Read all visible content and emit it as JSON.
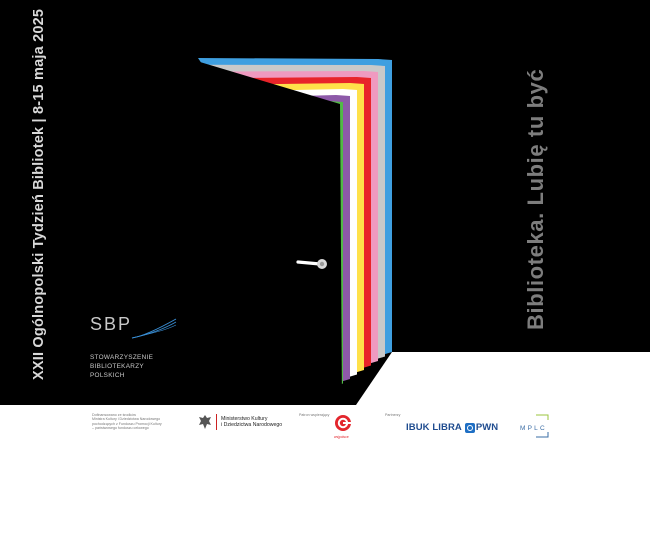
{
  "poster": {
    "event_title": "XXII Ogólnopolski Tydzień Bibliotek | 8-15 maja 2025",
    "slogan": "Biblioteka. Lubię tu być",
    "page_colors": [
      "#3f9fe0",
      "#c9c9c9",
      "#ef9ac0",
      "#e8242a",
      "#ffe14a",
      "#ffffff",
      "#8d59a8",
      "#52b946"
    ],
    "door_handle_icon": "door-handle-icon"
  },
  "sbp_logo": {
    "abbr": "SBP",
    "lines": [
      "STOWARZYSZENIE",
      "BIBLIOTEKARZY",
      "POLSKICH"
    ]
  },
  "footer": {
    "funding_note": [
      "Dofinansowano ze środków",
      "Ministra Kultury i Dziedzictwa Narodowego",
      "pochodzących z Funduszu Promocji Kultury",
      "– państwowego funduszu celowego"
    ],
    "ministry": [
      "Ministerstwo Kultury",
      "i Dziedzictwa Narodowego"
    ],
    "media_patron_label": "Patron wspierający",
    "media_patron_name": "wsjpolsce",
    "partners_label": "Partnerzy",
    "partner_ibuk": "IBUK LIBRA",
    "partner_pwn": "PWN",
    "partner_mplc": "MPLC"
  }
}
